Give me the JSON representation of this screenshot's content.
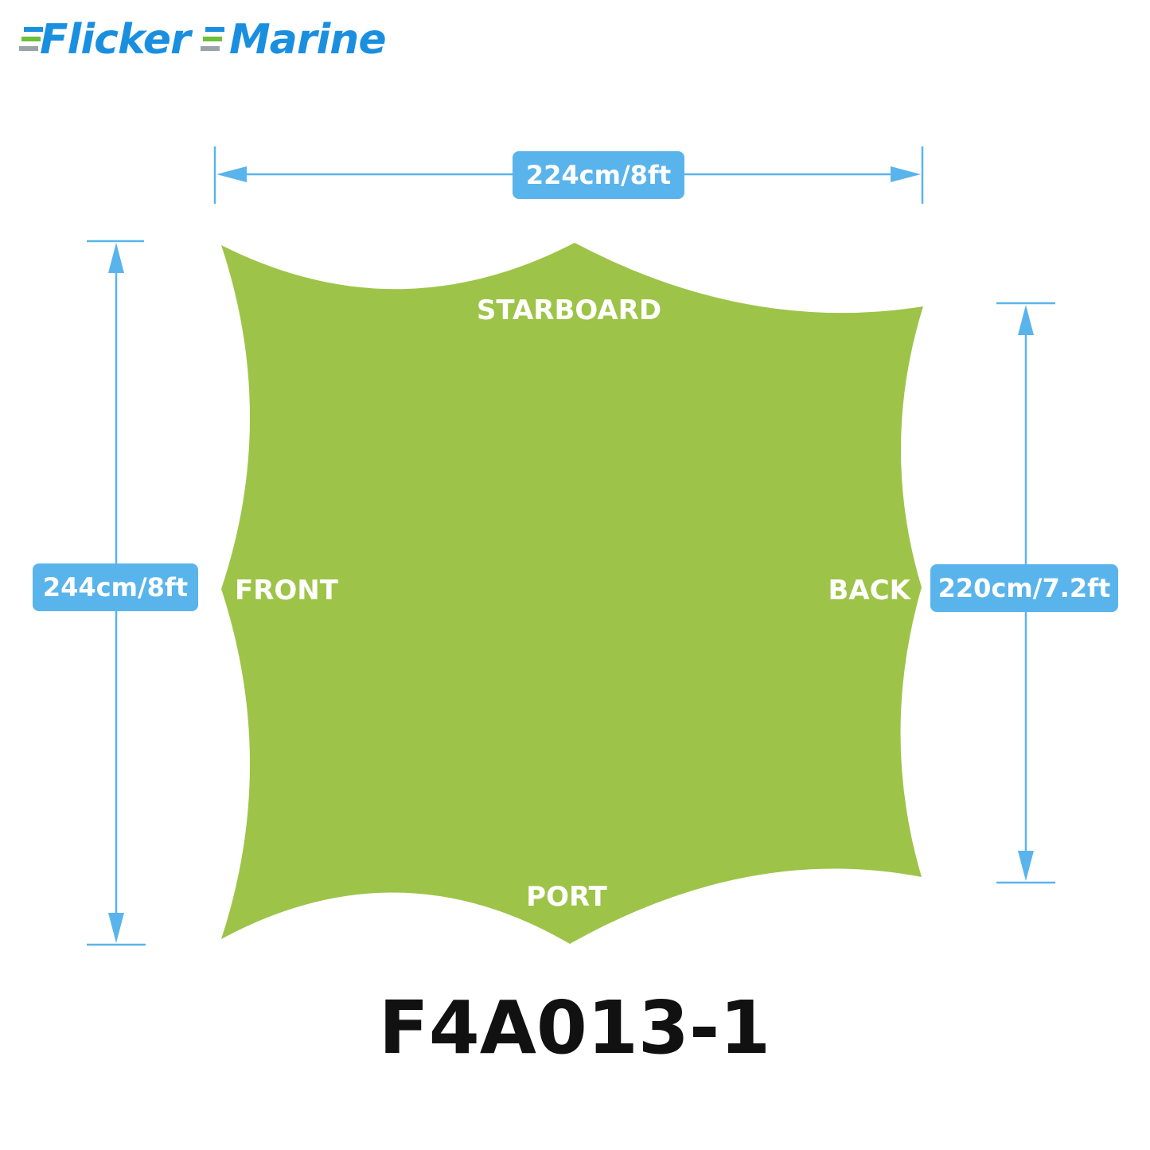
{
  "brand": {
    "name_part1": "Flicker",
    "name_part2": "Marine",
    "color_primary": "#1a8fe0",
    "color_green": "#6cbf3a",
    "color_grey": "#9aa3a8"
  },
  "dimensions": {
    "top": "224cm/8ft",
    "left": "244cm/8ft",
    "right": "220cm/7.2ft"
  },
  "sides": {
    "top": "STARBOARD",
    "bottom": "PORT",
    "left": "FRONT",
    "right": "BACK"
  },
  "model": "F4A013-1",
  "colors": {
    "shade": "#9dc448",
    "dimension_line": "#5ab4ec",
    "label_bg": "#5ab4ec"
  }
}
